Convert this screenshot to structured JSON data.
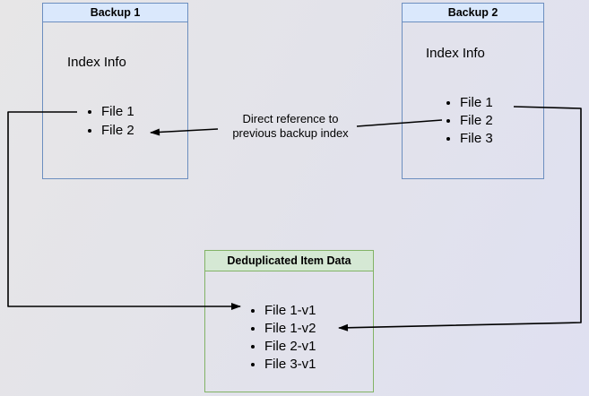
{
  "diagram": {
    "backup1": {
      "title": "Backup 1",
      "info_label": "Index Info",
      "files": [
        "File 1",
        "File 2"
      ]
    },
    "backup2": {
      "title": "Backup 2",
      "info_label": "Index Info",
      "files": [
        "File 1",
        "File 2",
        "File 3"
      ]
    },
    "dedup": {
      "title": "Deduplicated Item Data",
      "files": [
        "File 1-v1",
        "File 1-v2",
        "File 2-v1",
        "File 3-v1"
      ]
    },
    "annotation": {
      "line1": "Direct reference to",
      "line2": "previous backup index"
    },
    "colors": {
      "blue_fill": "#dae8fc",
      "blue_border": "#6c8ebf",
      "green_fill": "#d5e8d4",
      "green_border": "#82b366",
      "connector": "#000000",
      "background_start": "#e7e6e7",
      "background_end": "#dfe0f1"
    }
  }
}
